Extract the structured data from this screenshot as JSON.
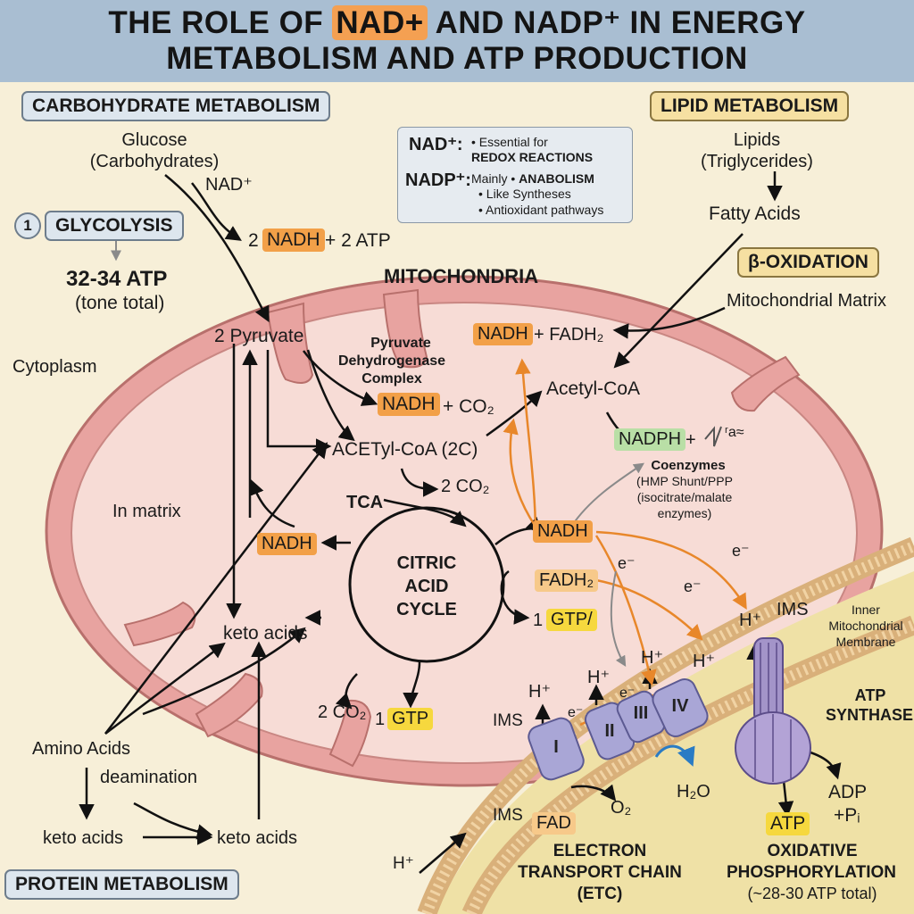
{
  "title": {
    "line1_prefix": "THE ROLE OF",
    "line1_highlight": "NAD+",
    "line1_suffix": "AND NADP⁺ IN ENERGY",
    "line2": "METABOLISM AND ATP PRODUCTION"
  },
  "sections": {
    "carbohydrate": "CARBOHYDRATE METABOLISM",
    "lipid": "LIPID METABOLISM",
    "protein": "PROTEIN METABOLISM",
    "glycolysis_number": "1",
    "glycolysis": "GLYCOLYSIS",
    "beta_oxidation": "β-OXIDATION",
    "mitochondria": "MITOCHONDRIA"
  },
  "legend": {
    "nad_label": "NAD⁺:",
    "nad_line1": "• Essential for",
    "nad_line2": "REDOX REACTIONS",
    "nadp_label": "NADP⁺:",
    "nadp_line1_prefix": "Mainly •",
    "nadp_line1_bold": "ANABOLISM",
    "nadp_line2": "• Like Syntheses",
    "nadp_line3": "• Antioxidant pathways"
  },
  "carbohydrate": {
    "glucose": "Glucose",
    "carbohydrates": "(Carbohydrates)",
    "nad_input": "NAD⁺",
    "product_prefix": "2",
    "product_nadh": "NADH",
    "product_suffix": "+ 2 ATP",
    "atp_total": "32-34 ATP",
    "atp_total_note": "(tone total)",
    "cytoplasm": "Cytoplasm",
    "in_matrix": "In matrix",
    "pyruvate": "2 Pyruvate"
  },
  "pdc": {
    "line1": "Pyruvate",
    "line2": "Dehydrogenase",
    "line3": "Complex",
    "nadh": "NADH",
    "co2": "+ CO₂",
    "acetyl": "ACETyl-CoA (2C)",
    "co2_out": "2 CO₂"
  },
  "tca": {
    "label": "TCA",
    "cycle_lines": [
      "CITRIC",
      "ACID",
      "CYCLE"
    ],
    "nadh_left": "NADH",
    "nadh_right": "NADH",
    "fadh2": "FADH₂",
    "gtp_right_prefix": "1",
    "gtp_right": "GTP/",
    "co2_bottom": "2 CO₂",
    "gtp_bottom_prefix": "1",
    "gtp_bottom": "GTP",
    "keto_acids": "keto acids"
  },
  "lipid": {
    "lipids": "Lipids",
    "triglycerides": "(Triglycerides)",
    "fatty_acids": "Fatty Acids",
    "matrix_label": "Mitochondrial Matrix",
    "nadh": "NADH",
    "fadh2": "+ FADH₂",
    "acetyl": "Acetyl-CoA",
    "nadph": "NADPH",
    "nadph_plus": "+",
    "nadph_garbled": "ʳa≈",
    "coenzymes": "Coenzymes",
    "coenzymes_l1": "(HMP Shunt/PPP",
    "coenzymes_l2": "(isocitrate/malate",
    "coenzymes_l3": "enzymes)"
  },
  "protein": {
    "amino_acids": "Amino Acids",
    "deamination": "deamination",
    "keto_left": "keto acids",
    "keto_right": "keto acids"
  },
  "etc": {
    "electron": "e⁻",
    "proton": "H⁺",
    "ims": "IMS",
    "inner_l1": "Inner",
    "inner_l2": "Mitochondrial",
    "inner_l3": "Membrane",
    "complexes": [
      "I",
      "II",
      "III",
      "IV"
    ],
    "fad": "FAD",
    "o2": "O₂",
    "h2o": "H₂O",
    "label_l1": "ELECTRON",
    "label_l2": "TRANSPORT CHAIN",
    "label_l3": "(ETC)"
  },
  "atp_synthase": {
    "label_l1": "ATP",
    "label_l2": "SYNTHASE",
    "adp": "ADP",
    "pi": "+Pᵢ",
    "atp": "ATP",
    "oxphos_l1": "OXIDATIVE",
    "oxphos_l2": "PHOSPHORYLATION",
    "oxphos_total": "(~28-30 ATP total)"
  },
  "colors": {
    "title_band": "#a9bed2",
    "background": "#f7efd8",
    "mito_outer": "#e8a3a0",
    "mito_matrix": "#f7dcd6",
    "membrane": "#e7c89a",
    "nadh": "#f2a048",
    "gtp": "#f6d83e",
    "nadph": "#b9dfa6",
    "complex": "#a9a6d6",
    "arrow_orange": "#e8872a",
    "arrow_blue": "#2a7bc4"
  }
}
